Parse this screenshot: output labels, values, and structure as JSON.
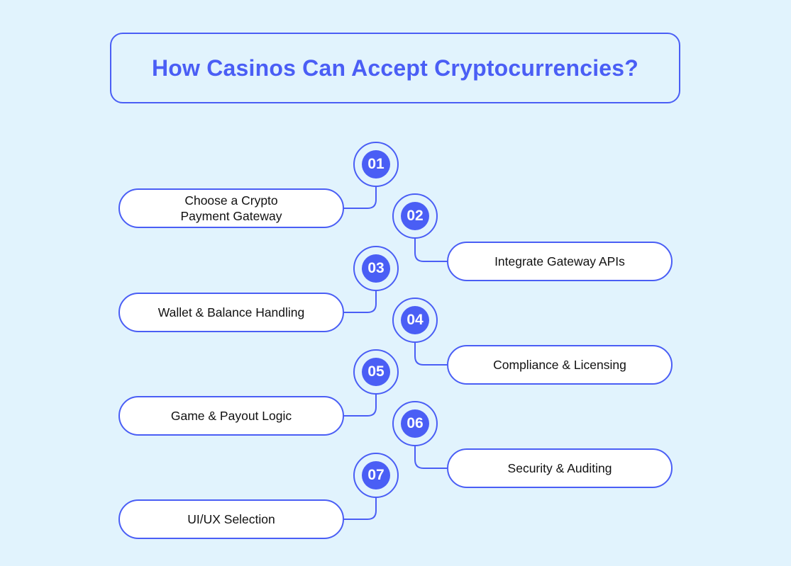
{
  "title": "How Casinos Can Accept Cryptocurrencies?",
  "colors": {
    "accent": "#4a5ef5",
    "background": "#e1f3fd",
    "pill_fill": "#ffffff",
    "text": "#111111"
  },
  "steps": [
    {
      "number": "01",
      "label": "Choose a Crypto Payment Gateway",
      "side": "left"
    },
    {
      "number": "02",
      "label": "Integrate Gateway APIs",
      "side": "right"
    },
    {
      "number": "03",
      "label": "Wallet & Balance Handling",
      "side": "left"
    },
    {
      "number": "04",
      "label": "Compliance & Licensing",
      "side": "right"
    },
    {
      "number": "05",
      "label": "Game & Payout Logic",
      "side": "left"
    },
    {
      "number": "06",
      "label": "Security & Auditing",
      "side": "right"
    },
    {
      "number": "07",
      "label": "UI/UX Selection",
      "side": "left"
    }
  ]
}
